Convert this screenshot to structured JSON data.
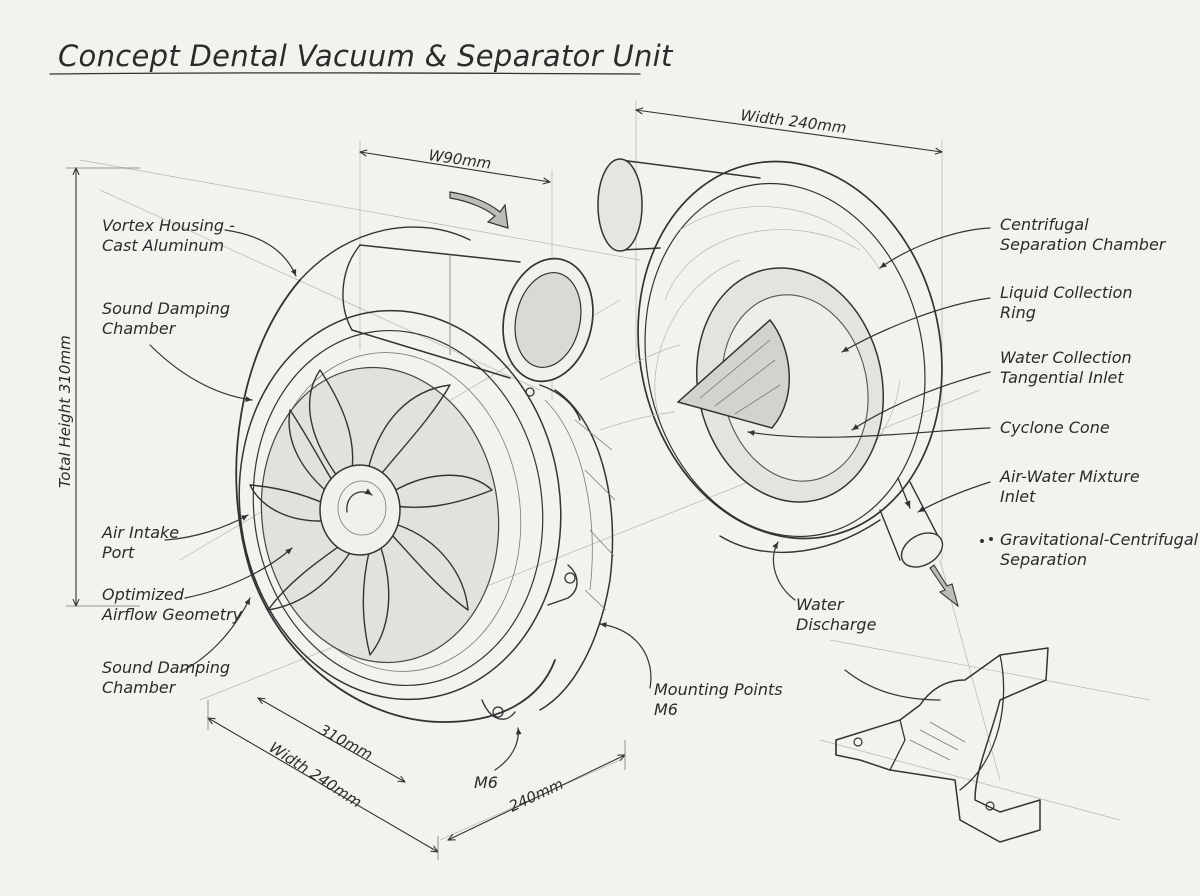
{
  "title": "Concept Dental Vacuum & Separator Unit",
  "labels": {
    "vortex_housing": [
      "Vortex Housing -",
      "Cast Aluminum"
    ],
    "sound_damping_top": [
      "Sound Damping",
      "Chamber"
    ],
    "air_intake": [
      "Air Intake",
      "Port"
    ],
    "airflow_geometry": [
      "Optimized",
      "Airflow Geometry"
    ],
    "sound_damping_bottom": [
      "Sound Damping",
      "Chamber"
    ],
    "mounting_points": [
      "Mounting Points",
      "M6"
    ],
    "m6": "M6",
    "centrifugal_chamber": [
      "Centrifugal",
      "Separation Chamber"
    ],
    "liquid_ring": [
      "Liquid Collection",
      "Ring"
    ],
    "water_inlet": [
      "Water Collection",
      "Tangential Inlet"
    ],
    "cyclone_cone": "Cyclone Cone",
    "mixture_inlet": [
      "Air-Water Mixture",
      "Inlet"
    ],
    "grav_separation": [
      "Gravitational-Centrifugal",
      "Separation"
    ],
    "water_discharge": [
      "Water",
      "Discharge"
    ]
  },
  "dimensions": {
    "w90": "W90mm",
    "width_top": "Width 240mm",
    "total_height": "Total Height 310mm",
    "d310": "310mm",
    "width_bottom": "Width 240mm",
    "d240": "240mm"
  }
}
